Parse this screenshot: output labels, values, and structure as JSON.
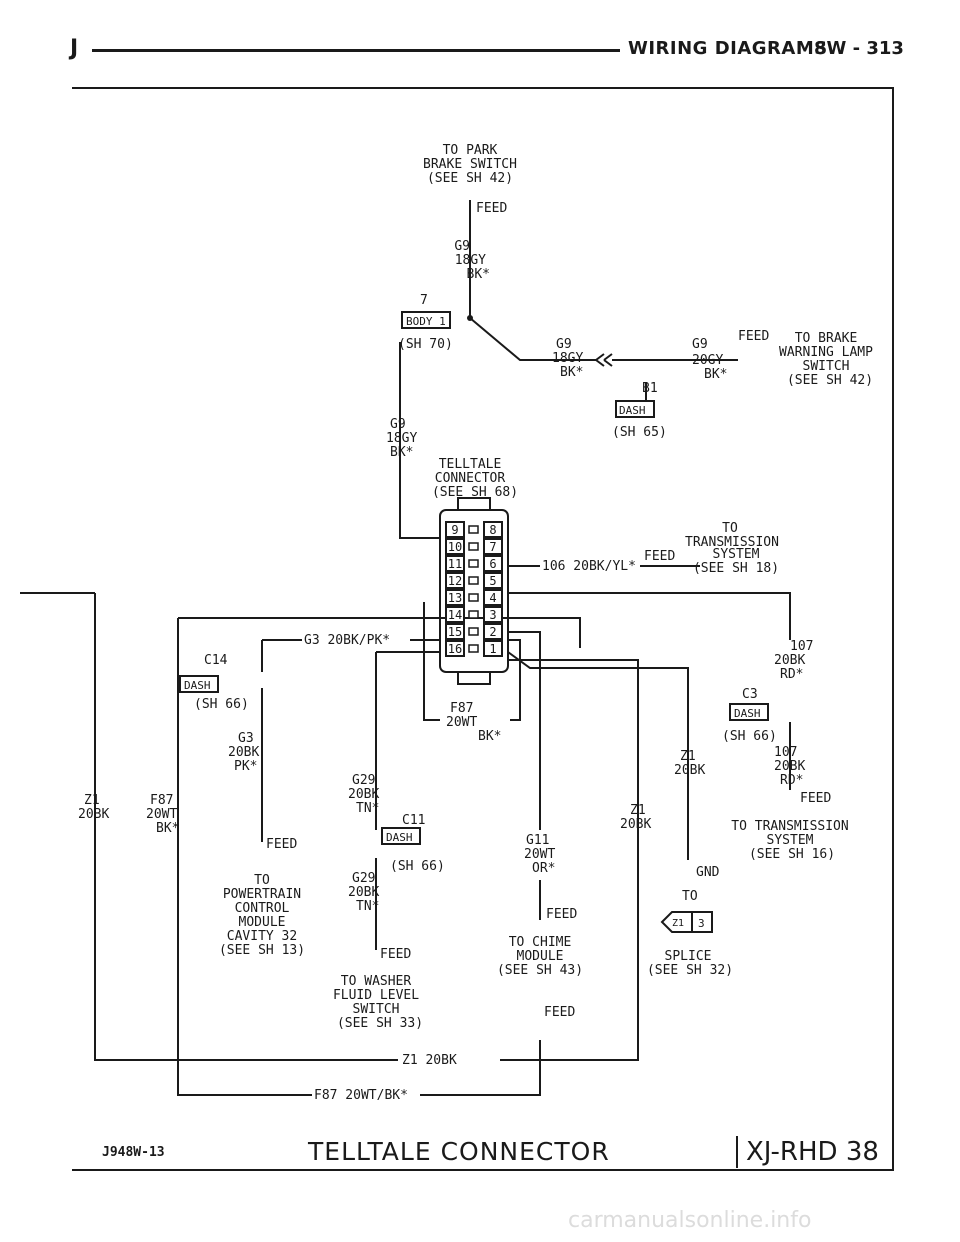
{
  "header": {
    "section_letter": "J",
    "title": "WIRING DIAGRAMS",
    "page": "8W - 313"
  },
  "labels": {
    "park1": "TO PARK",
    "park2": "BRAKE SWITCH",
    "park3": "(SEE SH 42)",
    "feed_top": "FEED",
    "g9a1": "G9",
    "g9a2": "18GY",
    "g9a3": "BK*",
    "body_num": "7",
    "body": "BODY 1",
    "body_sh": "(SH 70)",
    "g9b1": "G9",
    "g9b2": "18GY",
    "g9b3": "BK*",
    "g9c1": "G9",
    "g9c2": "20GY",
    "g9c3": "BK*",
    "feed_brake": "FEED",
    "brake1": "TO BRAKE",
    "brake2": "WARNING LAMP",
    "brake3": "SWITCH",
    "brake4": "(SEE SH 42)",
    "b1": "B1",
    "dash_b1": "DASH",
    "sh65": "(SH 65)",
    "g9d1": "G9",
    "g9d2": "18GY",
    "g9d3": "BK*",
    "tt1": "TELLTALE",
    "tt2": "CONNECTOR",
    "tt3": "(SEE SH 68)",
    "trans1": "TO",
    "trans2": "TRANSMISSION",
    "trans3": "SYSTEM",
    "trans4": "(SEE SH 18)",
    "w106": "106 20BK/YL*",
    "feed_trans": "FEED",
    "g3w": "G3 20BK/PK*",
    "c14": "C14",
    "dash_c14": "DASH",
    "sh66a": "(SH 66)",
    "w107a1": "107",
    "w107a2": "20BK",
    "w107a3": "RD*",
    "c3": "C3",
    "dash_c3": "DASH",
    "sh66b": "(SH 66)",
    "f87a1": "F87",
    "f87a2": "20WT",
    "f87a3": "BK*",
    "g3a1": "G3",
    "g3a2": "20BK",
    "g3a3": "PK*",
    "z1a1": "Z1",
    "z1a2": "20BK",
    "w107b1": "107",
    "w107b2": "20BK",
    "w107b3": "RD*",
    "g29a1": "G29",
    "g29a2": "20BK",
    "g29a3": "TN*",
    "z1b1": "Z1",
    "z1b2": "20BK",
    "f87b1": "F87",
    "f87b2": "20WT",
    "f87b3": "BK*",
    "z1c1": "Z1",
    "z1c2": "20BK",
    "feed_ts": "FEED",
    "ts1": "TO TRANSMISSION",
    "ts2": "SYSTEM",
    "ts3": "(SEE SH 16)",
    "c11": "C11",
    "dash_c11": "DASH",
    "sh66c": "(SH 66)",
    "g11a1": "G11",
    "g11a2": "20WT",
    "g11a3": "OR*",
    "feed_pcm": "FEED",
    "pcm1": "TO",
    "pcm2": "POWERTRAIN",
    "pcm3": "CONTROL",
    "pcm4": "MODULE",
    "pcm5": "CAVITY 32",
    "pcm6": "(SEE SH 13)",
    "g29b1": "G29",
    "g29b2": "20BK",
    "g29b3": "TN*",
    "gnd": "GND",
    "to_gnd": "TO",
    "feed_chime": "FEED",
    "chime1": "TO CHIME",
    "chime2": "MODULE",
    "chime3": "(SEE SH 43)",
    "feed_washer": "FEED",
    "splice_tag": "Z1",
    "splice_num": "3",
    "splice1": "SPLICE",
    "splice2": "(SEE SH 32)",
    "washer1": "TO WASHER",
    "washer2": "FLUID LEVEL",
    "washer3": "SWITCH",
    "washer4": "(SEE SH 33)",
    "feed_bottom": "FEED",
    "z1_bus": "Z1 20BK",
    "f87_bus": "F87 20WT/BK*"
  },
  "connector_pins_left": [
    "9",
    "10",
    "11",
    "12",
    "13",
    "14",
    "15",
    "16"
  ],
  "connector_pins_right": [
    "8",
    "7",
    "6",
    "5",
    "4",
    "3",
    "2",
    "1"
  ],
  "footer": {
    "code": "J948W-13",
    "title": "TELLTALE CONNECTOR",
    "ref": "XJ-RHD 38"
  },
  "watermark": "carmanualsonline.info"
}
